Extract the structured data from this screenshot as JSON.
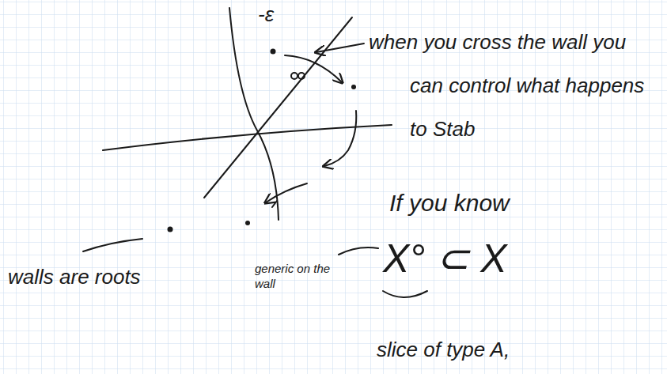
{
  "diagram": {
    "labels": [
      "-ε",
      "when you cross the wall you can control what happens to Stab",
      "If you know",
      "X° ⊂ X",
      "generic on the wall",
      "slice of type A,",
      "walls are roots"
    ]
  }
}
